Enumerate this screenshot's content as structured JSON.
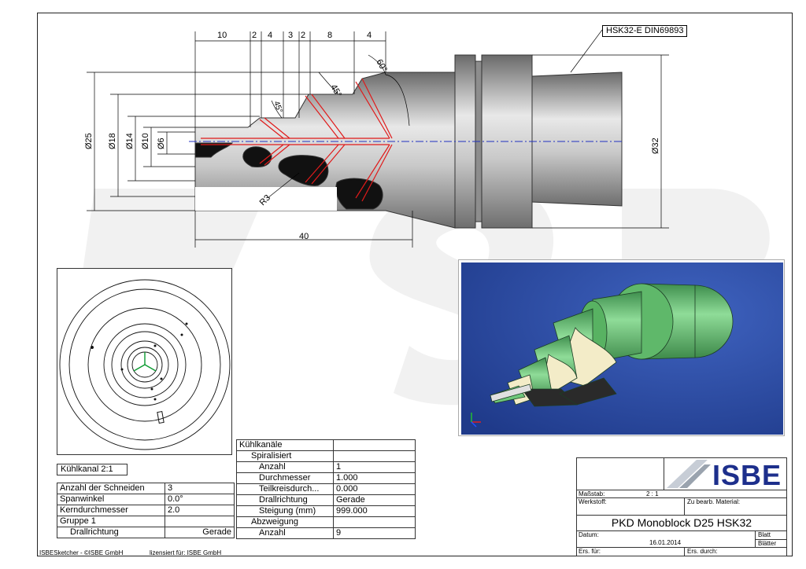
{
  "drawing": {
    "dimensions": {
      "top": [
        "10",
        "2",
        "4",
        "3",
        "2",
        "8",
        "4"
      ],
      "diameters": [
        "Ø25",
        "Ø18",
        "Ø14",
        "Ø10",
        "Ø6"
      ],
      "right_diameter": "Ø32",
      "length": "40",
      "radius": "R3",
      "angle_45a": "45°",
      "angle_45b": "45°",
      "angle_60": "60°"
    },
    "callout": "HSK32-E DIN69893"
  },
  "detail_label": "Kühlkanal 2:1",
  "params_table": {
    "rows": [
      [
        "Anzahl der Schneiden",
        "3"
      ],
      [
        "Spanwinkel",
        "0.0°"
      ],
      [
        "Kerndurchmesser",
        "2.0"
      ],
      [
        "Gruppe 1",
        ""
      ],
      [
        "Drallrichtung",
        "Gerade"
      ]
    ]
  },
  "cooling_table": {
    "rows": [
      [
        "Kühlkanäle",
        ""
      ],
      [
        "Spiralisiert",
        ""
      ],
      [
        "Anzahl",
        "1"
      ],
      [
        "Durchmesser",
        "1.000"
      ],
      [
        "Teilkreisdurch...",
        "0.000"
      ],
      [
        "Drallrichtung",
        "Gerade"
      ],
      [
        "Steigung (mm)",
        "999.000"
      ],
      [
        "Abzweigung",
        ""
      ],
      [
        "Anzahl",
        "9"
      ]
    ]
  },
  "title_block": {
    "logo": "ISBE",
    "massstab_label": "Maßstab:",
    "massstab_value": "2 : 1",
    "werkstoff_label": "Werkstoff:",
    "material_label": "Zu bearb. Material:",
    "title": "PKD Monoblock D25 HSK32",
    "datum_label": "Datum:",
    "datum_value": "16.01.2014",
    "blatt_label": "Blatt",
    "blaetter_label": "Blätter",
    "ers_fuer_label": "Ers. für:",
    "ers_durch_label": "Ers. durch:"
  },
  "footer": {
    "left": "ISBESketcher - ©ISBE GmbH",
    "right": "lizensiert für: ISBE GmbH"
  },
  "colors": {
    "background": "#ffffff",
    "render_bg": "#2f4ea8",
    "tool_green": "#6fc77a",
    "tool_cream": "#f3ecc8",
    "watermark": "#ececec",
    "coolant_red": "#e01a1a",
    "centerline_blue": "#2030c0"
  },
  "icons": [
    "axis-triad-icon"
  ]
}
